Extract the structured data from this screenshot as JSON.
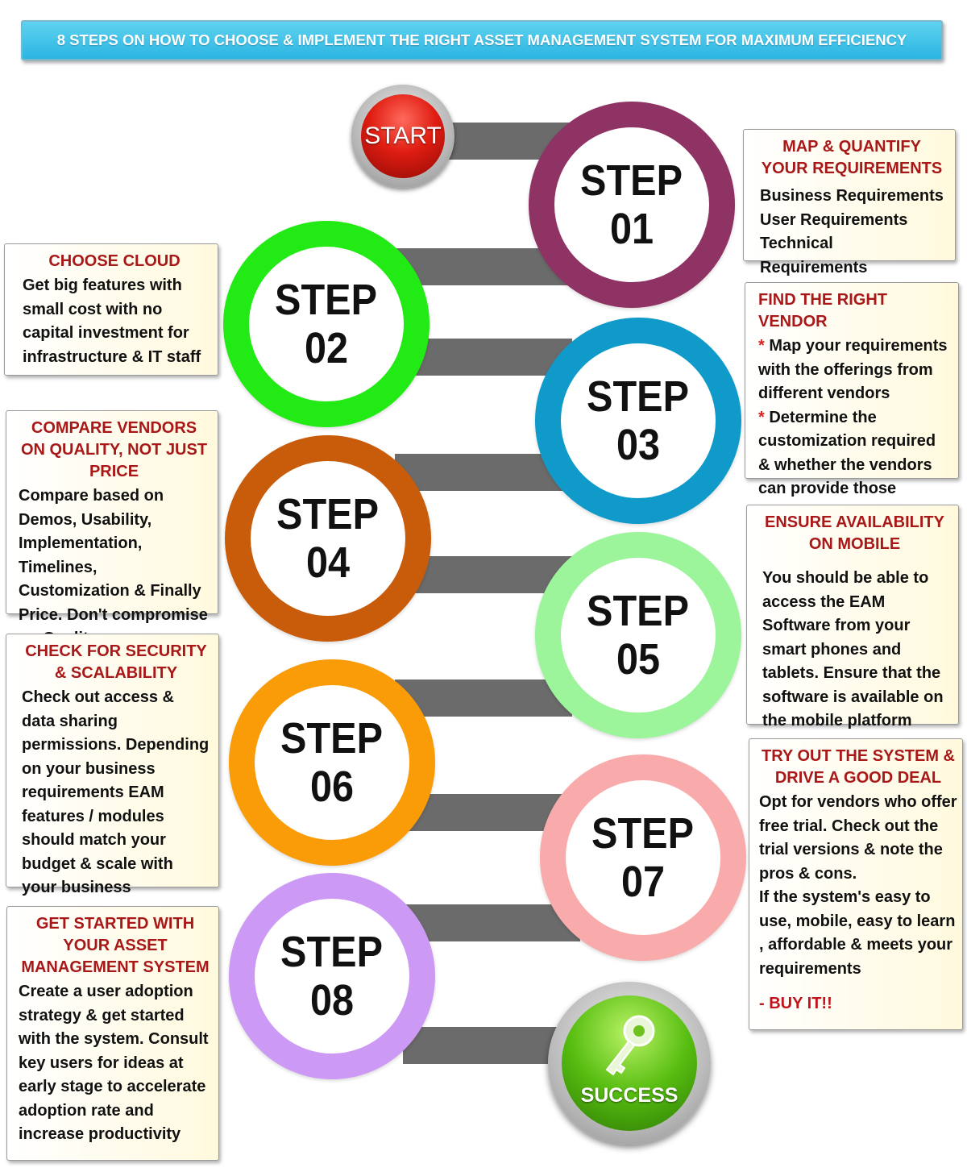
{
  "title": "8 STEPS ON HOW TO CHOOSE & IMPLEMENT THE RIGHT ASSET MANAGEMENT SYSTEM FOR MAXIMUM EFFICIENCY",
  "start_label": "START",
  "success_label": "SUCCESS",
  "step_word": "STEP",
  "steps": [
    {
      "number": "01",
      "color": "#8f3264",
      "title": "MAP & QUANTIFY YOUR REQUIREMENTS",
      "body": "Business Requirements\nUser Requirements\nTechnical Requirements"
    },
    {
      "number": "02",
      "color": "#22ea14",
      "title": "CHOOSE CLOUD",
      "body": "Get big features with small cost with no capital investment for infrastructure & IT staff"
    },
    {
      "number": "03",
      "color": "#0f9ac9",
      "title": "FIND THE RIGHT VENDOR",
      "bullets": [
        "Map your requirements with the offerings from different vendors",
        "Determine the customization required & whether the vendors can provide those"
      ]
    },
    {
      "number": "04",
      "color": "#c85c0a",
      "title": "COMPARE VENDORS ON QUALITY, NOT JUST PRICE",
      "body": "Compare based on Demos, Usability, Implementation, Timelines, Customization & Finally Price. Don't compromise on Quality"
    },
    {
      "number": "05",
      "color": "#9cf59a",
      "title": "ENSURE AVAILABILITY ON MOBILE",
      "body": "You should be able to access the EAM Software from your smart phones and tablets. Ensure that the software is available on the mobile platform"
    },
    {
      "number": "06",
      "color": "#fa9b08",
      "title": "CHECK FOR SECURITY & SCALABILITY",
      "body": "Check out access & data sharing permissions. Depending on your business requirements EAM features / modules should match your budget & scale with your business"
    },
    {
      "number": "07",
      "color": "#f9aaaa",
      "title": "TRY OUT THE SYSTEM & DRIVE A GOOD DEAL",
      "body": "Opt for vendors who offer free trial. Check out the trial versions & note the pros & cons.\nIf the system's easy to use, mobile, easy to learn , affordable & meets your requirements",
      "cta": "- BUY IT!!"
    },
    {
      "number": "08",
      "color": "#cc99f5",
      "title": "GET STARTED WITH YOUR ASSET MANAGEMENT SYSTEM",
      "body": "Create a user adoption strategy & get started with the system. Consult key users for ideas at early stage to accelerate adoption rate and increase productivity"
    }
  ]
}
